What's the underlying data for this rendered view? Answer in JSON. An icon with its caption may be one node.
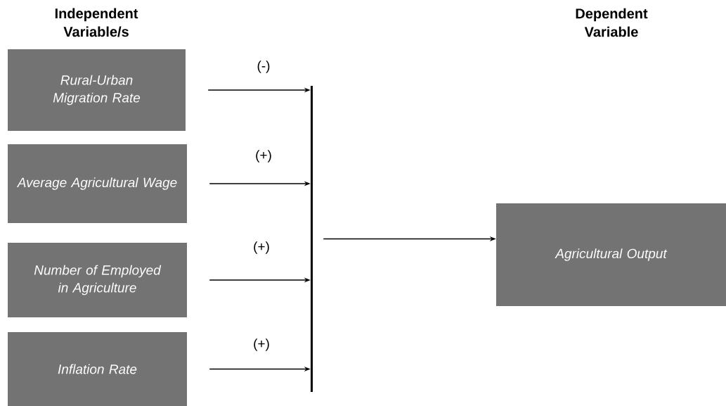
{
  "diagram": {
    "nodes": [
      {
        "text": [
          "Rural-Urban Migration Rate"
        ]
      },
      {
        "text": [
          "Average Agricultural Wage"
        ]
      },
      {
        "text": [
          "Number of Employed in Agriculture"
        ]
      },
      {
        "text": [
          "Inflation Rate"
        ]
      },
      {
        "text": [],
        "shape": "bar"
      },
      {
        "text": [
          "Agricultural Output"
        ]
      }
    ],
    "edges": [
      {
        "from": 0,
        "to": 4,
        "arrow": "to",
        "label": "(-)"
      },
      {
        "from": 1,
        "to": 4,
        "arrow": "to",
        "label": "(+)"
      },
      {
        "from": 2,
        "to": 4,
        "arrow": "to",
        "label": "(+)"
      },
      {
        "from": 3,
        "to": 4,
        "arrow": "to",
        "label": "(+)"
      },
      {
        "from": 4,
        "to": 5,
        "arrow": "to"
      }
    ],
    "labels": [
      "Independent Variable/s",
      "Dependent Variable"
    ]
  }
}
